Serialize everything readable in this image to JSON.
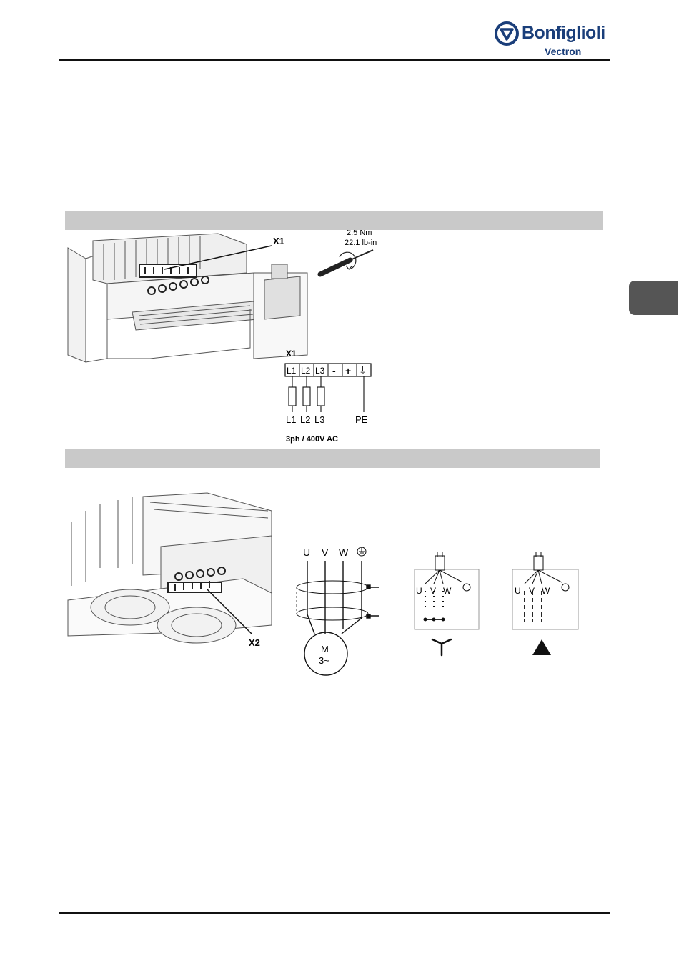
{
  "header": {
    "brand_name": "Bonfiglioli",
    "brand_sub": "Vectron"
  },
  "figure_mains": {
    "terminal_label": "X1",
    "torque_nm": "2.5 Nm",
    "torque_lbin": "22.1 lb-in",
    "block_title": "X1",
    "terminals": [
      "L1",
      "L2",
      "L3",
      "-",
      "+"
    ],
    "pe_symbol": "⏚",
    "supply_labels": [
      "L1",
      "L2",
      "L3",
      "PE"
    ],
    "supply_spec": "3ph / 400V AC"
  },
  "figure_motor": {
    "terminal_label": "X2",
    "motor_phases": [
      "U",
      "V",
      "W"
    ],
    "motor_label_line1": "M",
    "motor_label_line2": "3~",
    "star_box_labels": [
      "U",
      "V",
      "W"
    ],
    "delta_box_labels": [
      "U",
      "V",
      "W"
    ]
  }
}
